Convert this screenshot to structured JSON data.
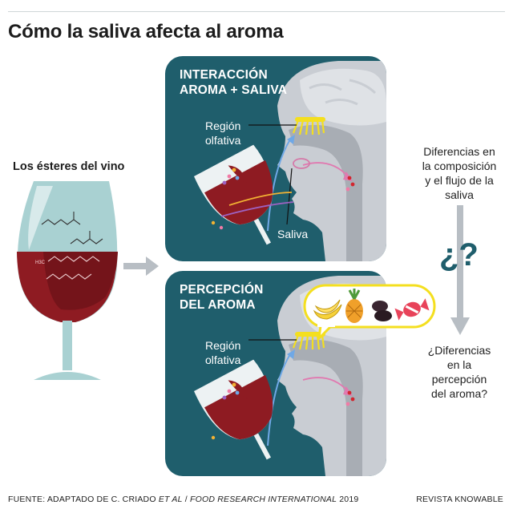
{
  "title": "Cómo la saliva afecta al aroma",
  "wine_label": "Los ésteres del vino",
  "panel_top": {
    "title_line1": "INTERACCIÓN",
    "title_line2": "AROMA + SALIVA",
    "region_line1": "Región",
    "region_line2": "olfativa",
    "saliva_label": "Saliva"
  },
  "panel_bottom": {
    "title_line1": "PERCEPCIÓN",
    "title_line2": "DEL AROMA",
    "region_line1": "Región",
    "region_line2": "olfativa"
  },
  "side": {
    "top_line1": "Diferencias en",
    "top_line2": "la composición",
    "top_line3": "y el flujo de la",
    "top_line4": "saliva",
    "question_mark": "¿?",
    "bottom_line1": "¿Diferencias",
    "bottom_line2": "en la",
    "bottom_line3": "percepción",
    "bottom_line4": "del aroma?"
  },
  "molecule_label": "H3C",
  "source": {
    "prefix": "FUENTE: ADAPTADO DE C. CRIADO ",
    "italic": "ET AL",
    "middle": " / ",
    "italic2": "FOOD RESEARCH INTERNATIONAL",
    "suffix": " 2019"
  },
  "credit": "REVISTA KNOWABLE",
  "colors": {
    "panel": "#1f5e6c",
    "wine": "#8e1b22",
    "glass": "#a9d1d2",
    "head": "#c9cdd3",
    "olfactory": "#f4df1f",
    "arrow_gray": "#b8bec4"
  },
  "fruit_icons": [
    "banana-icon",
    "pineapple-icon",
    "prune-icon",
    "candy-icon"
  ]
}
